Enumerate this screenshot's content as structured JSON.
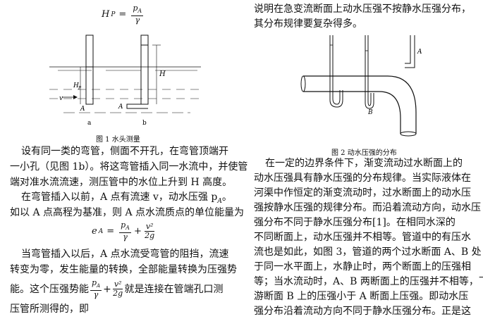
{
  "formula_top": {
    "lhs": "H",
    "lhs_sub": "P",
    "eq": "=",
    "num": "p",
    "num_sub": "A",
    "den": "γ"
  },
  "fig1": {
    "caption": "图 1   水头测量",
    "label_Hp": "H",
    "label_Hp_sub": "P",
    "label_H": "H",
    "label_A1": "A",
    "label_A2": "A",
    "label_v": "v",
    "label_a": "a",
    "label_b": "b"
  },
  "fig2": {
    "caption": "图 2   动水压强的分布",
    "label_A": "A",
    "label_B": "B"
  },
  "right_top": {
    "line1": "说明在急变流断面上动水压强不按静水压强分布，",
    "line2": "其分布规律要复杂得多。"
  },
  "left_para1": {
    "l1": "设有同一类的弯管，侧面不开孔，在弯管顶端开",
    "l2": "一小孔（见图 1b）。将这弯管插入同一水流中，并使管",
    "l3": "端对准水流流速，测压管中的水位上升到 H 高度。",
    "l4": "在弯管插入以前，A 点有流速 v，动水压强 p",
    "l4_sub": "A",
    "l4_end": "。",
    "l5": "如以 A 点高程为基准，则 A 点水流质点的单位能量为"
  },
  "formula_mid": {
    "lhs": "e",
    "lhs_sub": "A",
    "eq": "=",
    "f1_num": "p",
    "f1_num_sub": "A",
    "f1_den": "γ",
    "plus": "+",
    "f2_num": "v²",
    "f2_den": "2g"
  },
  "left_para2": {
    "l1": "当弯管插入以后，A 点水流受弯管的阻挡，流速",
    "l2": "转变为零，发生能量的转换，全部能量转换为压强势",
    "l3a": "能。这个压强势能",
    "l3b": "就是连接在管端孔口测",
    "l4": "压管所测得的，即",
    "f_num": "p",
    "f_num_sub": "A",
    "f_den": "γ",
    "f_plus": "+",
    "f2_num": "v²",
    "f2_den": "2g"
  },
  "right_para": {
    "l1": "在一定的边界条件下，渐变流动过水断面上的",
    "l2": "动水压强具有静水压强的分布规律。当实际液体在",
    "l3": "河渠中作恒定的渐变流动时，过水断面上的动水压",
    "l4": "强按静水压强的规律分布。而沿着流动方向，动水压",
    "l5": "强分布不同于静水压强分布[1]。在相同水深的",
    "l6": "不同断面上，动水压强并不相等。管道中的有压水",
    "l7": "流也是如此，如图 3，管道的两个过水断面 A、B 处",
    "l8": "于同一水平面上，水静止时，两个断面上的压强相",
    "l9": "等；当水流动时，A、B 两断面上的压强并不相等，下",
    "l10": "游断面 B 上的压强小于 A 断面上压强。即动水压",
    "l11": "强分布沿着流动方向不同于静水压强分布。正是这"
  }
}
